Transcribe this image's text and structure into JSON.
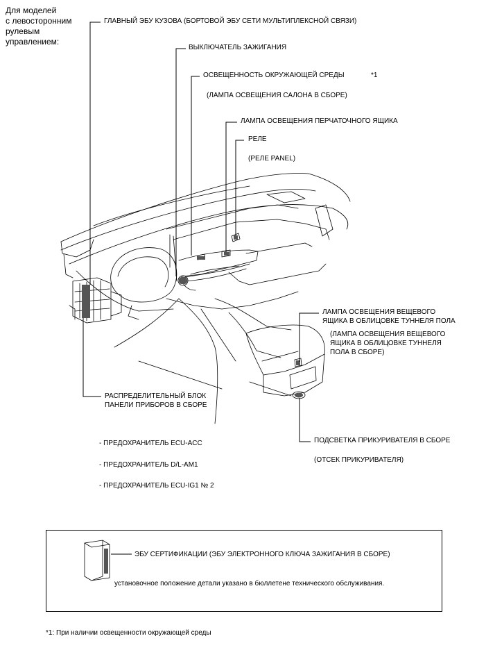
{
  "header": "Для моделей\nс левосторонним\nрулевым\nуправлением:",
  "labels": {
    "main_body_ecu": "ГЛАВНЫЙ ЭБУ КУЗОВА (БОРТОВОЙ ЭБУ СЕТИ МУЛЬТИПЛЕКСНОЙ СВЯЗИ)",
    "ignition_switch": "ВЫКЛЮЧАТЕЛЬ ЗАЖИГАНИЯ",
    "ambient_light": "ОСВЕЩЕННОСТЬ ОКРУЖАЮЩЕЙ СРЕДЫ",
    "ambient_note": "*1",
    "room_lamp": "(ЛАМПА ОСВЕЩЕНИЯ САЛОНА В СБОРЕ)",
    "glove_lamp": "ЛАМПА ОСВЕЩЕНИЯ ПЕРЧАТОЧНОГО ЯЩИКА",
    "relay": "РЕЛЕ",
    "relay_panel": "(РЕЛЕ PANEL)",
    "console_lamp_1": "ЛАМПА ОСВЕЩЕНИЯ ВЕЩЕВОГО",
    "console_lamp_2": "ЯЩИКА В ОБЛИЦОВКЕ ТУННЕЛЯ ПОЛА",
    "console_lamp_sub_1": "(ЛАМПА ОСВЕЩЕНИЯ ВЕЩЕВОГО",
    "console_lamp_sub_2": "ЯЩИКА В ОБЛИЦОВКЕ ТУННЕЛЯ",
    "console_lamp_sub_3": "ПОЛА В СБОРЕ)",
    "junction_block_1": "РАСПРЕДЕЛИТЕЛЬНЫЙ БЛОК",
    "junction_block_2": "ПАНЕЛИ ПРИБОРОВ В СБОРЕ",
    "cigarette_light": "ПОДСВЕТКА ПРИКУРИВАТЕЛЯ В СБОРЕ",
    "cigarette_sub": "(ОТСЕК ПРИКУРИВАТЕЛЯ)",
    "fuse_1": "- ПРЕДОХРАНИТЕЛЬ ECU-ACC",
    "fuse_2": "- ПРЕДОХРАНИТЕЛЬ D/L-AM1",
    "fuse_3": "- ПРЕДОХРАНИТЕЛЬ ECU-IG1 № 2"
  },
  "box": {
    "title": "ЭБУ СЕРТИФИКАЦИИ (ЭБУ ЭЛЕКТРОННОГО КЛЮЧА ЗАЖИГАНИЯ В СБОРЕ)",
    "note": "установочное положение детали указано в бюллетене технического обслуживания."
  },
  "footnote": "*1: При наличии освещенности окружающей среды"
}
